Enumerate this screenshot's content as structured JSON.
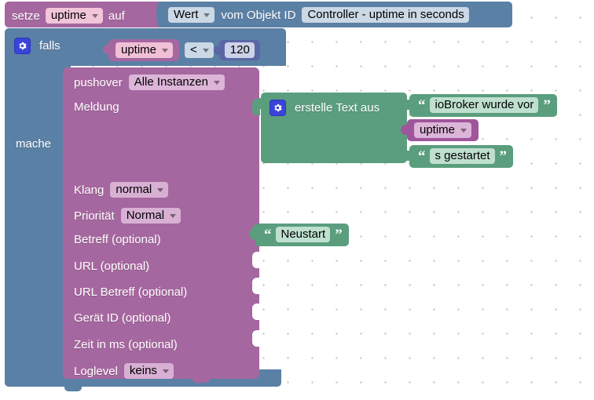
{
  "app": {
    "name": "ioBroker Blockly Script Editor",
    "language": "de",
    "canvas_background": "#ffffff",
    "grid_dot_color": "#d4d4d4"
  },
  "colors": {
    "variables": "#a5679f",
    "logic_blue": "#5b80a5",
    "math_number": "#5b67a5",
    "text_green": "#5a9e7e",
    "pushover": "#a5679f",
    "mutator_icon": "#3b44d8"
  },
  "blocks": {
    "set_variable": {
      "keyword": "setze",
      "variable": "uptime",
      "to_label": "auf"
    },
    "get_object_value": {
      "attribute": "Wert",
      "label": "vom Objekt ID",
      "object_id": "Controller - uptime in seconds"
    },
    "if_block": {
      "keyword": "falls",
      "do_label": "mache",
      "gear_icon": "gear-icon"
    },
    "comparison": {
      "left_variable": "uptime",
      "operator": "<",
      "right_number": "120"
    },
    "pushover": {
      "title": "pushover",
      "instance": "Alle Instanzen",
      "fields": [
        {
          "label": "Meldung",
          "value": "",
          "has_input": true
        },
        {
          "label": "Klang",
          "value": "normal",
          "has_input": false
        },
        {
          "label": "Priorität",
          "value": "Normal",
          "has_input": false
        },
        {
          "label": "Betreff (optional)",
          "value": "",
          "has_input": true
        },
        {
          "label": "URL (optional)",
          "value": "",
          "has_input": true
        },
        {
          "label": "URL Betreff (optional)",
          "value": "",
          "has_input": true
        },
        {
          "label": "Gerät ID (optional)",
          "value": "",
          "has_input": true
        },
        {
          "label": "Zeit in ms (optional)",
          "value": "",
          "has_input": true
        },
        {
          "label": "Loglevel",
          "value": "keins",
          "has_input": false
        }
      ]
    },
    "text_join": {
      "label": "erstelle Text aus",
      "gear_icon": "gear-icon",
      "items": [
        {
          "type": "text",
          "value": "ioBroker wurde vor"
        },
        {
          "type": "variable",
          "value": "uptime"
        },
        {
          "type": "text",
          "value": "s gestartet"
        }
      ]
    },
    "subject_text": {
      "value": "Neustart"
    }
  },
  "glyphs": {
    "quote_open": "“",
    "quote_close": "”",
    "caret_down": "▾"
  }
}
